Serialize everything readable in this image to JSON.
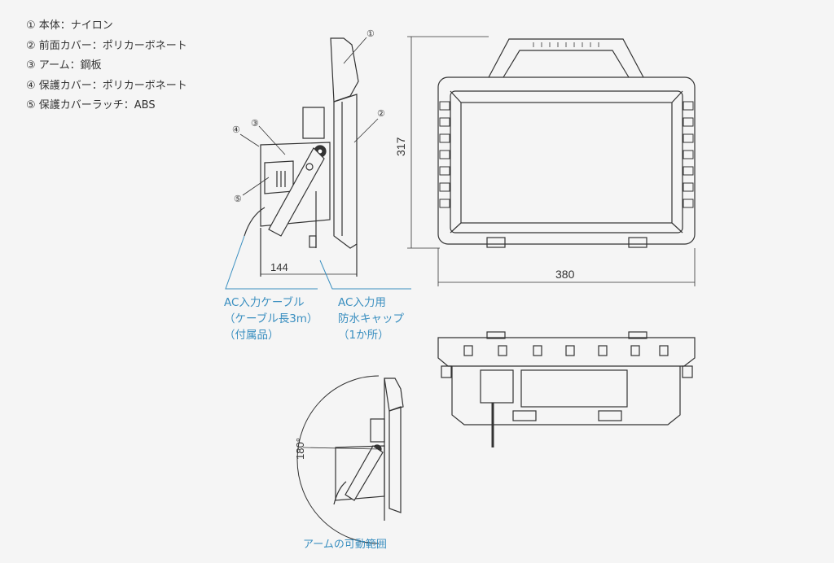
{
  "legend": [
    "① 本体：ナイロン",
    "② 前面カバー：ポリカーボネート",
    "③ アーム：鋼板",
    "④ 保護カバー：ポリカーボネート",
    "⑤ 保護カバーラッチ：ABS"
  ],
  "callouts": [
    "①",
    "②",
    "③",
    "④",
    "⑤"
  ],
  "dimensions": {
    "height": "317",
    "width": "380",
    "depth": "144",
    "rotation": "180°"
  },
  "labels": {
    "cable": [
      "AC入力ケーブル",
      "（ケーブル長3m）",
      "（付属品）"
    ],
    "cap": [
      "AC入力用",
      "防水キャップ",
      "（1か所）"
    ],
    "arm_range": "アームの可動範囲"
  },
  "colors": {
    "line": "#333333",
    "accent": "#3a8fc0",
    "background": "#f5f5f5"
  }
}
